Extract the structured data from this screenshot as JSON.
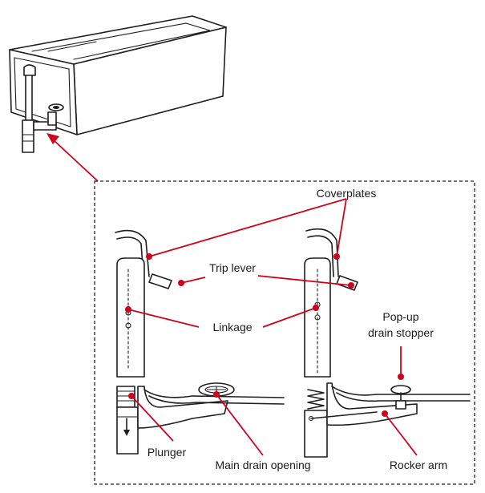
{
  "labels": {
    "coverplates": "Coverplates",
    "trip_lever": "Trip lever",
    "linkage": "Linkage",
    "popup_line1": "Pop-up",
    "popup_line2": "drain stopper",
    "plunger": "Plunger",
    "main_drain": "Main drain opening",
    "rocker_arm": "Rocker arm"
  },
  "colors": {
    "leader": "#d0021b",
    "ink": "#1e1e1e",
    "background": "#ffffff"
  }
}
